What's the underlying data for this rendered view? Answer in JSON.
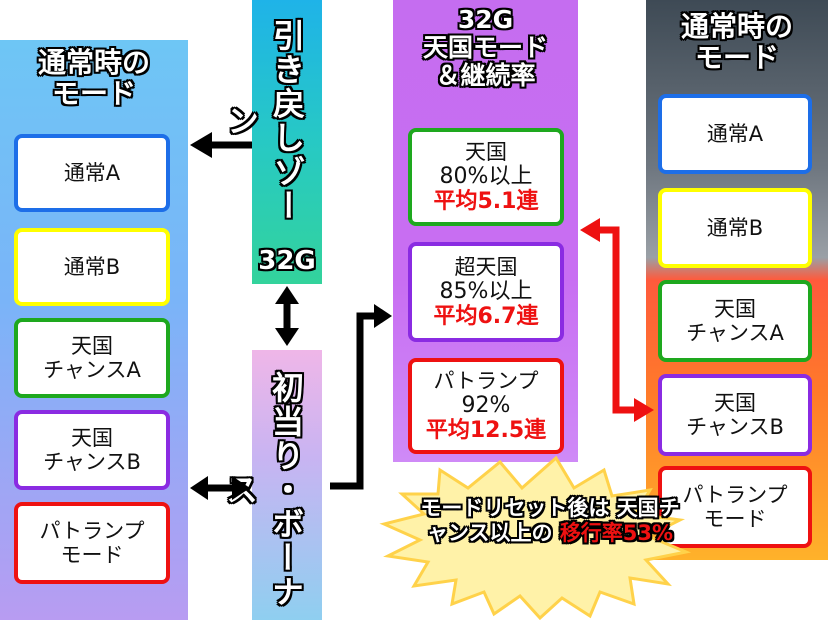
{
  "left_panel": {
    "title": "通常時の\nモード",
    "boxes": [
      {
        "label": "通常A",
        "color": "#1d6ee8"
      },
      {
        "label": "通常B",
        "color": "#ffff00"
      },
      {
        "label": "天国\nチャンスA",
        "color": "#1ea81e"
      },
      {
        "label": "天国\nチャンスB",
        "color": "#8a2be2"
      },
      {
        "label": "パトランプ\nモード",
        "color": "#ee1111"
      }
    ]
  },
  "zone_panel": {
    "title": "引き戻しゾーン",
    "sub": "32G"
  },
  "hit_panel": {
    "title": "初当り・ボーナス"
  },
  "mid_panel": {
    "title": "32G\n天国モード\n＆継続率",
    "boxes": [
      {
        "name": "天国",
        "rate": "80%以上",
        "avg": "平均5.1連",
        "color": "#1ea81e"
      },
      {
        "name": "超天国",
        "rate": "85%以上",
        "avg": "平均6.7連",
        "color": "#8a2be2"
      },
      {
        "name": "パトランプ",
        "rate": "92%",
        "avg": "平均12.5連",
        "color": "#ee1111"
      }
    ]
  },
  "right_panel": {
    "title": "通常時の\nモード",
    "boxes": [
      {
        "label": "通常A",
        "color": "#1d6ee8"
      },
      {
        "label": "通常B",
        "color": "#ffff00"
      },
      {
        "label": "天国\nチャンスA",
        "color": "#1ea81e"
      },
      {
        "label": "天国\nチャンスB",
        "color": "#8a2be2"
      },
      {
        "label": "パトランプ\nモード",
        "color": "#ee1111"
      }
    ]
  },
  "callout": {
    "line1": "モードリセット後は",
    "line2": "天国チャンス以上の",
    "line3": "移行率53%"
  }
}
